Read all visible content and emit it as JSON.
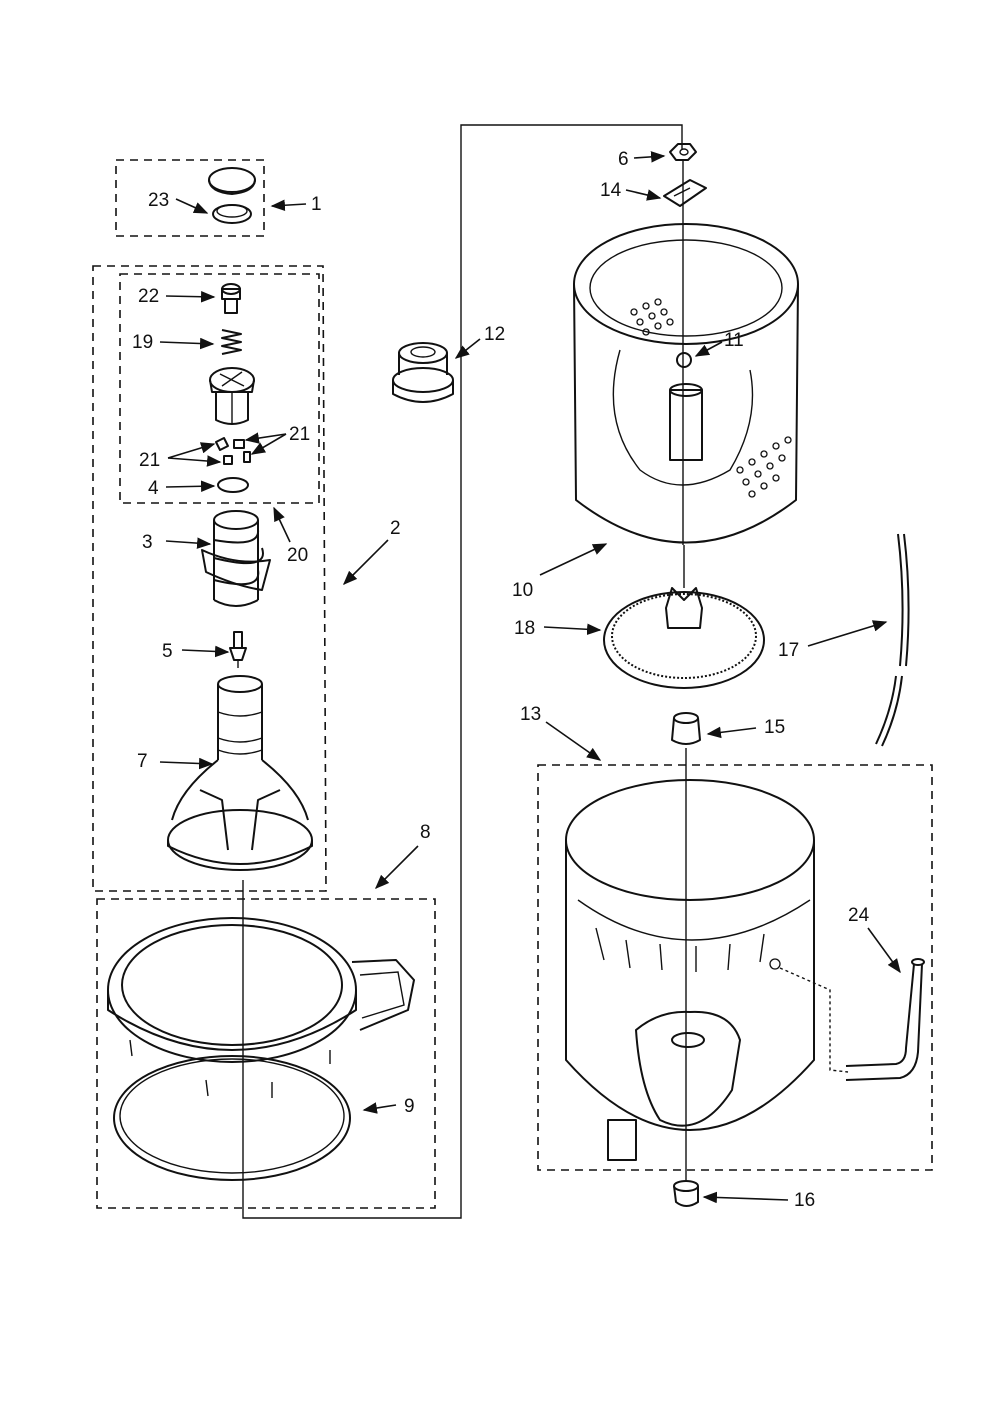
{
  "callouts": {
    "c1": "1",
    "c2": "2",
    "c3": "3",
    "c4": "4",
    "c5": "5",
    "c6": "6",
    "c7": "7",
    "c8": "8",
    "c9": "9",
    "c10": "10",
    "c11": "11",
    "c12": "12",
    "c13": "13",
    "c14": "14",
    "c15": "15",
    "c16": "16",
    "c17": "17",
    "c18": "18",
    "c19": "19",
    "c20": "20",
    "c21a": "21",
    "c21b": "21",
    "c22": "22",
    "c23": "23",
    "c24": "24"
  }
}
